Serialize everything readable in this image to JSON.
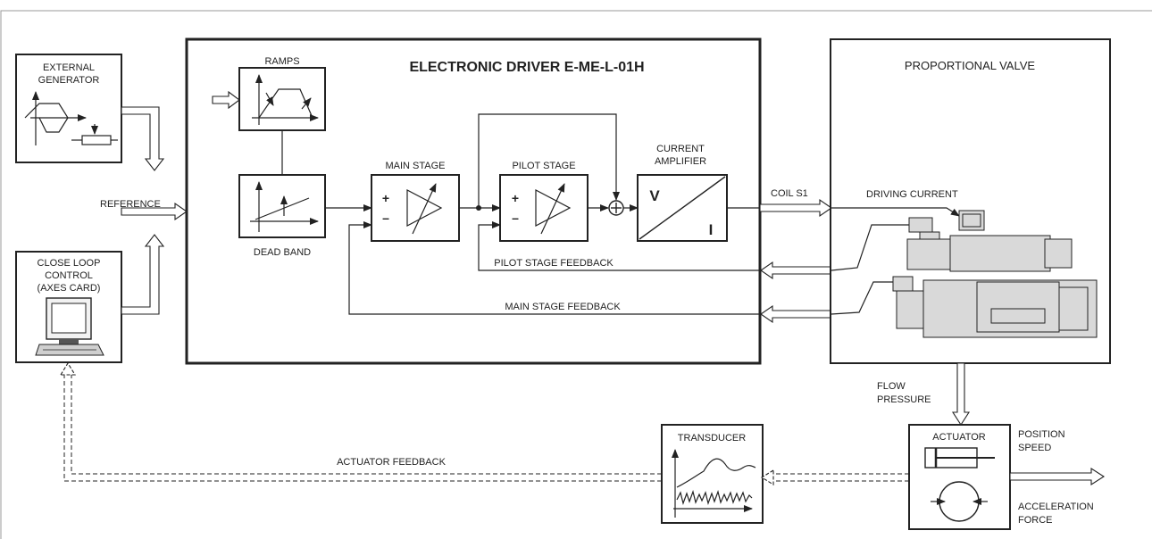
{
  "title": "ELECTRONIC DRIVER E-ME-L-01H",
  "labels": {
    "external_generator_1": "EXTERNAL",
    "external_generator_2": "GENERATOR",
    "reference": "REFERENCE",
    "close_loop_1": "CLOSE LOOP",
    "close_loop_2": "CONTROL",
    "close_loop_3": "(AXES CARD)",
    "ramps": "RAMPS",
    "dead_band": "DEAD BAND",
    "main_stage": "MAIN STAGE",
    "pilot_stage": "PILOT STAGE",
    "current_amplifier_1": "CURRENT",
    "current_amplifier_2": "AMPLIFIER",
    "amp_v": "V",
    "amp_i": "I",
    "plus": "+",
    "minus": "–",
    "coil": "COIL S1",
    "proportional_valve": "PROPORTIONAL VALVE",
    "driving_current": "DRIVING CURRENT",
    "pilot_feedback": "PILOT STAGE FEEDBACK",
    "main_feedback": "MAIN STAGE FEEDBACK",
    "flow": "FLOW",
    "pressure": "PRESSURE",
    "actuator": "ACTUATOR",
    "position": "POSITION",
    "speed": "SPEED",
    "acceleration": "ACCELERATION",
    "force": "FORCE",
    "transducer": "TRANSDUCER",
    "actuator_feedback": "ACTUATOR FEEDBACK"
  }
}
